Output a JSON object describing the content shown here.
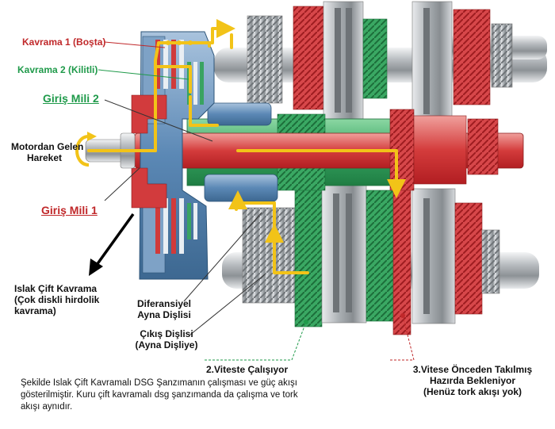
{
  "labels": {
    "clutch1": "Kavrama 1 (Boşta)",
    "clutch2": "Kavrama 2 (Kilitli)",
    "input_shaft2": "Giriş Mili 2",
    "engine_motion": [
      "Motordan Gelen",
      "Hareket"
    ],
    "input_shaft1": "Giriş Mili 1",
    "wet_clutch": [
      "Islak Çift Kavrama",
      "(Çok diskli hirdolik",
      "kavrama)"
    ],
    "diff_gear": [
      "Diferansiyel",
      "Ayna Dişlisi"
    ],
    "output_gear": [
      "Çıkış Dişlisi",
      "(Ayna Dişliye)"
    ],
    "gear2_working": "2.Viteste Çalışıyor",
    "gear3_waiting": [
      "3.Vitese Önceden Takılmış",
      "Hazırda Bekleniyor",
      "(Henüz tork akışı yok)"
    ],
    "caption": "Şekilde Islak Çift Kavramalı DSG Şanzımanın çalışması ve güç akışı gösterilmiştir. Kuru çift kavramalı dsg şanzımanda da çalışma ve tork akışı aynıdır."
  },
  "colors": {
    "red": "#c0282a",
    "green": "#1f9a4a",
    "yellow": "#f2c318",
    "blue": "#5b88b5",
    "steel": "#b8bcc0"
  }
}
